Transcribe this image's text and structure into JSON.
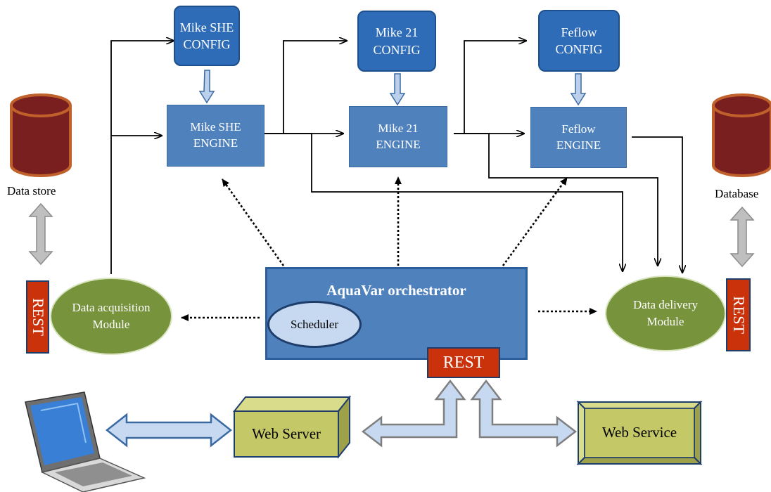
{
  "nodes": {
    "mike_she_config": [
      "Mike SHE",
      "CONFIG"
    ],
    "mike21_config": [
      "Mike 21",
      "CONFIG"
    ],
    "feflow_config": [
      "Feflow",
      "CONFIG"
    ],
    "mike_she_engine": [
      "Mike SHE",
      "ENGINE"
    ],
    "mike21_engine": [
      "Mike 21",
      "ENGINE"
    ],
    "feflow_engine": [
      "Feflow",
      "ENGINE"
    ],
    "orchestrator": "AquaVar orchestrator",
    "scheduler": "Scheduler",
    "acquisition": [
      "Data acquisition",
      "Module"
    ],
    "delivery": [
      "Data delivery",
      "Module"
    ],
    "web_server": "Web Server",
    "web_service": "Web Service"
  },
  "rest_label": "REST",
  "stores": {
    "data_store": "Data store",
    "database": "Database"
  },
  "colors": {
    "config_fill": "#2e6cb8",
    "engine_fill": "#4f81bd",
    "module_fill": "#77933c",
    "rest_fill": "#c9320a",
    "cylinder_fill": "#7a1f1f",
    "cylinder_rim": "#c0602a",
    "cube_fill": "#c4c866",
    "arrow_fill": "#bfbfbf"
  },
  "icons": [
    "cylinder-icon",
    "laptop-icon",
    "cube-icon"
  ]
}
